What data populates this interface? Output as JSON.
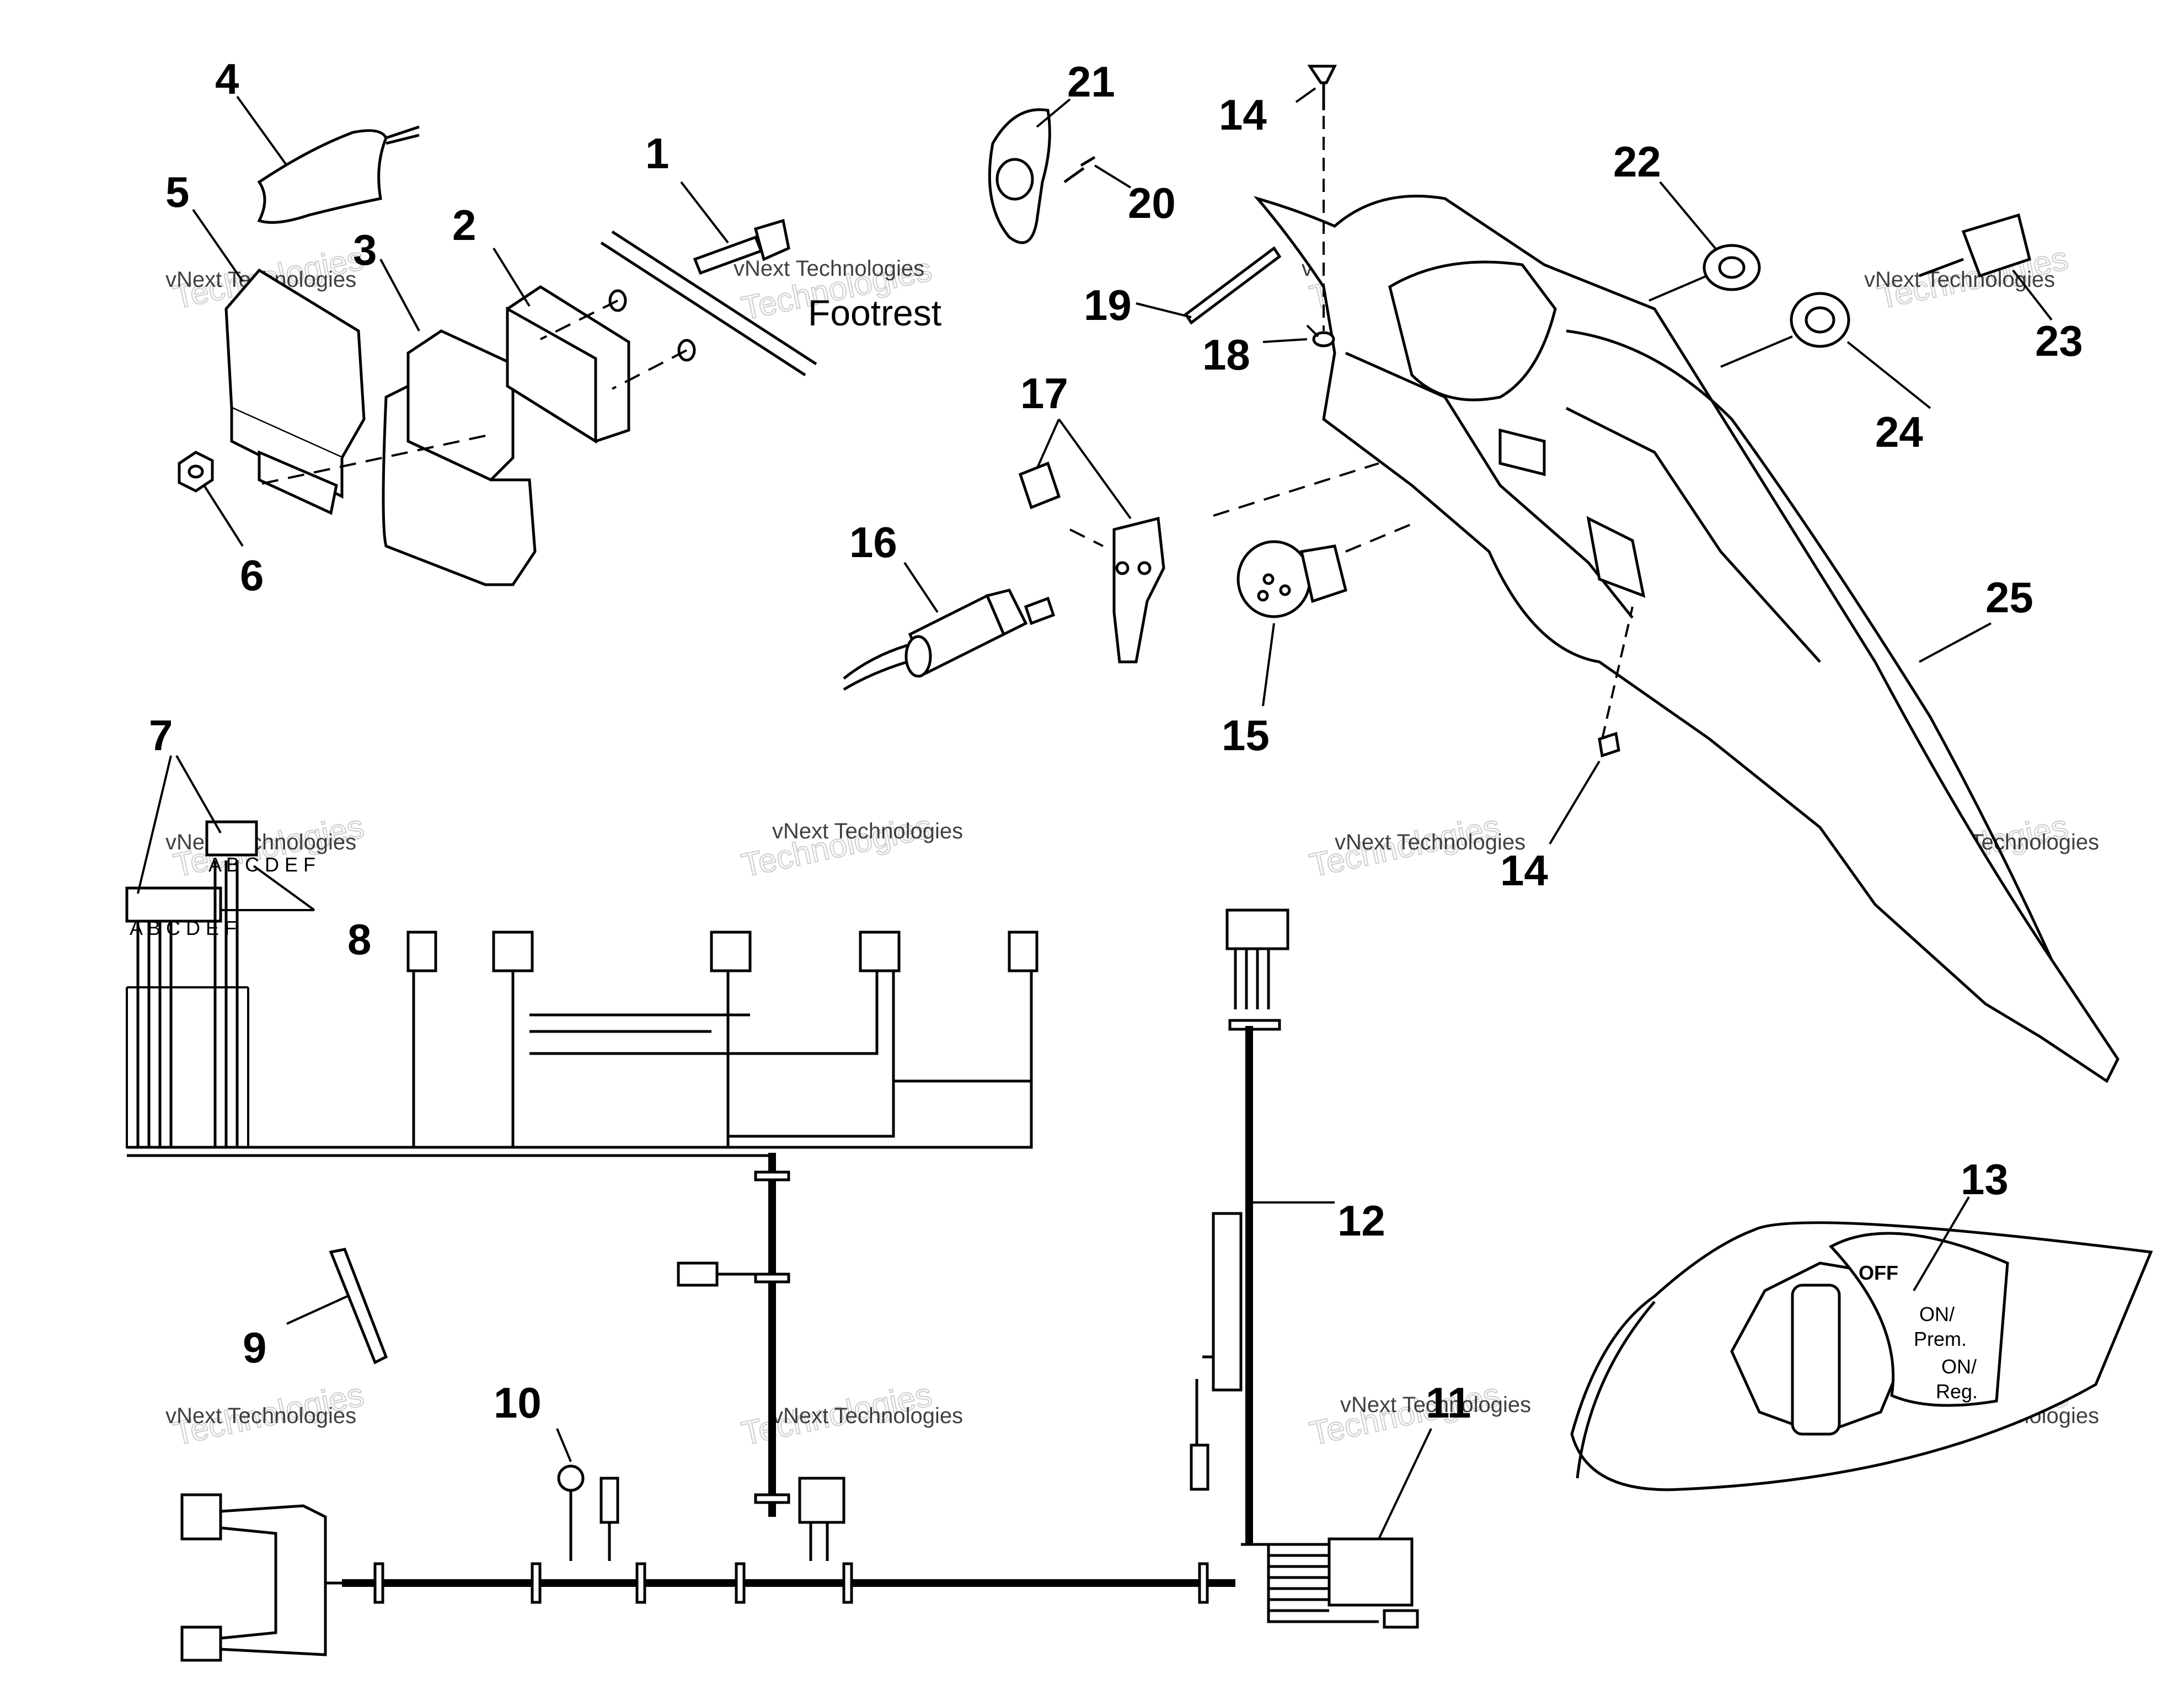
{
  "callouts": [
    {
      "id": "1",
      "label": "1"
    },
    {
      "id": "2",
      "label": "2"
    },
    {
      "id": "3",
      "label": "3"
    },
    {
      "id": "4",
      "label": "4"
    },
    {
      "id": "5",
      "label": "5"
    },
    {
      "id": "6",
      "label": "6"
    },
    {
      "id": "7",
      "label": "7"
    },
    {
      "id": "8",
      "label": "8"
    },
    {
      "id": "9",
      "label": "9"
    },
    {
      "id": "10",
      "label": "10"
    },
    {
      "id": "11",
      "label": "11"
    },
    {
      "id": "12",
      "label": "12"
    },
    {
      "id": "13",
      "label": "13"
    },
    {
      "id": "14a",
      "label": "14"
    },
    {
      "id": "14b",
      "label": "14"
    },
    {
      "id": "15",
      "label": "15"
    },
    {
      "id": "16",
      "label": "16"
    },
    {
      "id": "17",
      "label": "17"
    },
    {
      "id": "18",
      "label": "18"
    },
    {
      "id": "19",
      "label": "19"
    },
    {
      "id": "20",
      "label": "20"
    },
    {
      "id": "21",
      "label": "21"
    },
    {
      "id": "22",
      "label": "22"
    },
    {
      "id": "23",
      "label": "23"
    },
    {
      "id": "24",
      "label": "24"
    },
    {
      "id": "25",
      "label": "25"
    }
  ],
  "labels": {
    "footrest": "Footrest",
    "switch_off": "OFF",
    "switch_on": "ON/",
    "switch_prem": "Prem.",
    "switch_on2": "ON/",
    "switch_reg": "Reg.",
    "connector_pins": "A B C D E F"
  },
  "watermark": {
    "line1": "vNext Technologies",
    "line2": "Technologies"
  }
}
